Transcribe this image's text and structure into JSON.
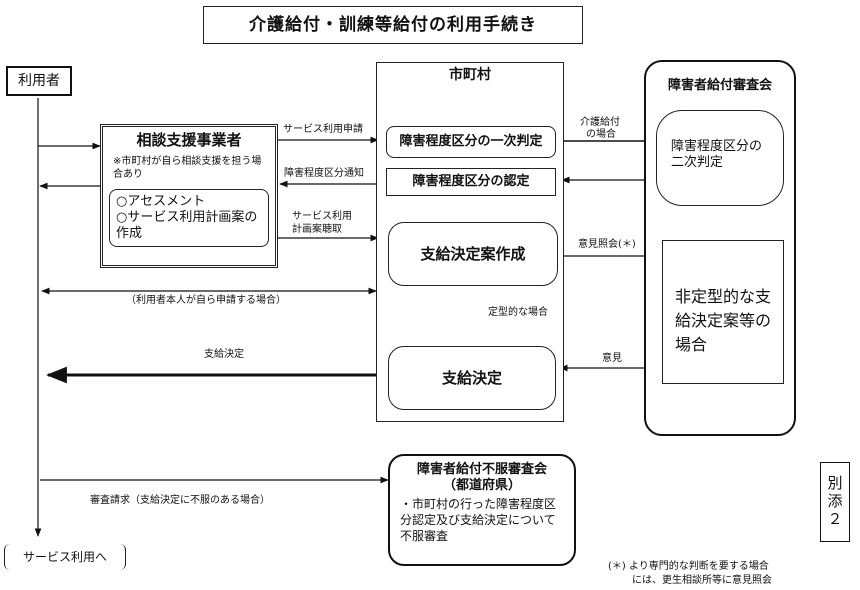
{
  "title": "介護給付・訓練等給付の利用手続き",
  "user": {
    "label": "利用者"
  },
  "service_use": {
    "label": "サービス利用へ"
  },
  "consult": {
    "title": "相談支援事業者",
    "note": "※市町村が自ら相談支援を担う場合あり",
    "items": [
      "○アセスメント",
      "○サービス利用計画案の作成"
    ]
  },
  "city": {
    "title": "市町村",
    "steps": [
      "障害程度区分の一次判定",
      "障害程度区分の認定",
      "支給決定案作成",
      "支給決定"
    ]
  },
  "council": {
    "title": "障害者給付審査会",
    "secondary": "障害程度区分の二次判定",
    "atypical": "非定型的な支給決定案等の場合"
  },
  "appeal": {
    "title": "障害者給付不服審査会",
    "subtitle": "（都道府県）",
    "body": "・市町村の行った障害程度区分認定及び支給決定について不服審査"
  },
  "arrows": {
    "service_apply": "サービス利用申請",
    "grade_notice": "障害程度区分通知",
    "plan_hearing_1": "サービス利用",
    "plan_hearing_2": "計画案聴取",
    "self_apply": "（利用者本人が自ら申請する場合）",
    "care_case_1": "介護給付",
    "care_case_2": "の場合",
    "opinion_inquiry": "意見照会(＊)",
    "typical_case": "定型的な場合",
    "opinion": "意見",
    "decision": "支給決定",
    "appeal_request": "審査請求（支給決定に不服のある場合）"
  },
  "side_tag": "別添２",
  "footnote": {
    "line1": "(＊) より専門的な判断を要する場合",
    "line2": "には、更生相談所等に意見照会"
  }
}
